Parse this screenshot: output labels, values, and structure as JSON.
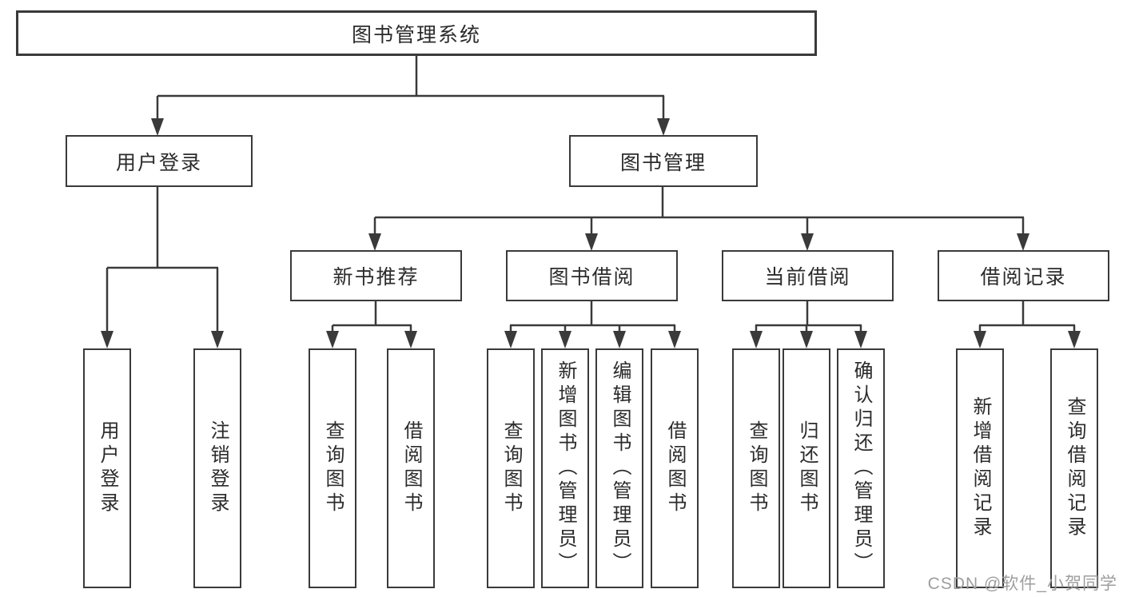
{
  "diagram_title": "图书管理系统",
  "tree": {
    "label": "图书管理系统",
    "children": [
      {
        "label": "用户登录",
        "children": [
          {
            "label": "用户登录"
          },
          {
            "label": "注销登录"
          }
        ]
      },
      {
        "label": "图书管理",
        "children": [
          {
            "label": "新书推荐",
            "children": [
              {
                "label": "查询图书"
              },
              {
                "label": "借阅图书"
              }
            ]
          },
          {
            "label": "图书借阅",
            "children": [
              {
                "label": "查询图书"
              },
              {
                "label": "新增图书（管理员）"
              },
              {
                "label": "编辑图书（管理员）"
              },
              {
                "label": "借阅图书"
              }
            ]
          },
          {
            "label": "当前借阅",
            "children": [
              {
                "label": "查询图书"
              },
              {
                "label": "归还图书"
              },
              {
                "label": "确认归还（管理员）"
              }
            ]
          },
          {
            "label": "借阅记录",
            "children": [
              {
                "label": "新增借阅记录"
              },
              {
                "label": "查询借阅记录"
              }
            ]
          }
        ]
      }
    ]
  },
  "watermark": {
    "text": "CSDN @软件_小贺同学"
  },
  "colors": {
    "line": "#3a3a3a",
    "box_border": "#3a3a3a",
    "text": "#2b2b2b",
    "watermark": "#9e9e9e",
    "background": "#ffffff"
  }
}
